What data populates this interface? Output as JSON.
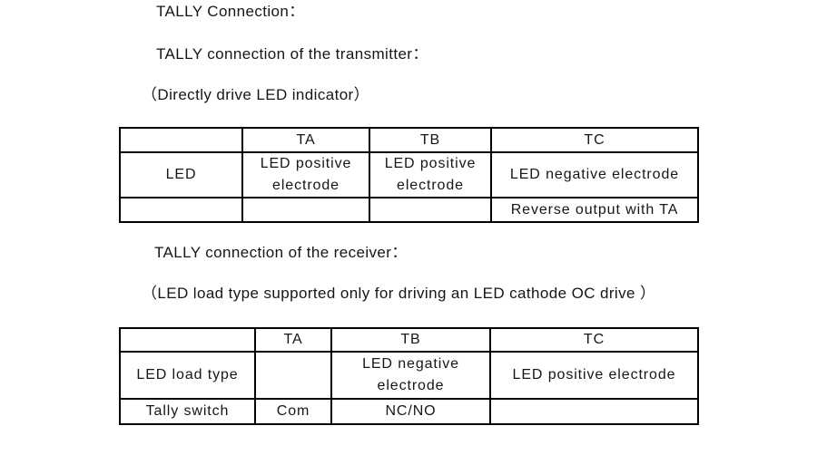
{
  "headings": [
    {
      "text": "TALLY Connection："
    },
    {
      "text": "TALLY connection of the transmitter："
    },
    {
      "text": "（Directly drive LED indicator）"
    },
    {
      "text": "TALLY connection of the receiver："
    },
    {
      "text": "（LED load type supported only for driving an LED cathode OC drive ）"
    }
  ],
  "transmitter_table": {
    "headers": [
      "",
      "TA",
      "TB",
      "TC"
    ],
    "rows": [
      [
        "LED",
        "LED positive\nelectrode",
        "LED positive\nelectrode",
        "LED negative electrode"
      ],
      [
        "",
        "",
        "",
        "Reverse output with TA"
      ]
    ]
  },
  "receiver_table": {
    "headers": [
      "",
      "TA",
      "TB",
      "TC"
    ],
    "rows": [
      [
        "LED load type",
        "",
        "LED negative\nelectrode",
        "LED positive electrode"
      ],
      [
        "Tally switch",
        "Com",
        "NC/NO",
        ""
      ]
    ]
  },
  "colors": {
    "text": "#161616",
    "border": "#000000",
    "background": "#ffffff"
  }
}
